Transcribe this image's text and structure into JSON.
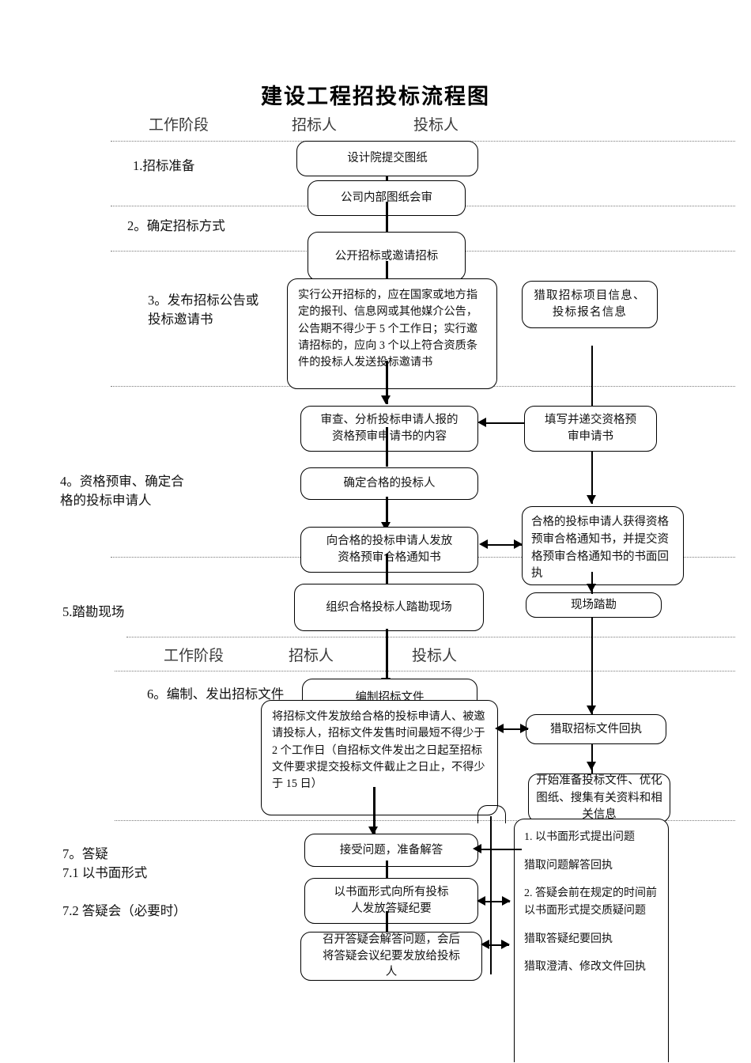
{
  "title": "建设工程招投标流程图",
  "column_headers": {
    "stage": "工作阶段",
    "tenderer": "招标人",
    "bidder": "投标人"
  },
  "stages": [
    {
      "id": "s1",
      "label": "1.招标准备"
    },
    {
      "id": "s2",
      "label": "2。确定招标方式"
    },
    {
      "id": "s3",
      "label": "3。发布招标公告或\n    投标邀请书"
    },
    {
      "id": "s4",
      "label": "4。资格预审、确定合\n        格的投标申请人"
    },
    {
      "id": "s5",
      "label": "5.踏勘现场"
    },
    {
      "id": "s6",
      "label": "6。编制、发出招标文件"
    },
    {
      "id": "s7",
      "label": "7。答疑\n7.1 以书面形式\n\n7.2 答疑会（必要时）"
    }
  ],
  "tenderer_boxes": {
    "b1": "设计院提交图纸",
    "b2": "公司内部图纸会审",
    "b3": "公开招标或邀请招标",
    "b4": "实行公开招标的，应在国家或地方指定的报刊、信息网或其他媒介公告，公告期不得少于 5 个工作日；实行邀请招标的，应向 3 个以上符合资质条件的投标人发送投标邀请书",
    "b5": "审查、分析投标申请人报的\n资格预审申请书的内容",
    "b6": "确定合格的投标人",
    "b7": "向合格的投标申请人发放\n资格预审合格通知书",
    "b8": "组织合格投标人踏勘现场",
    "b9": "编制招标文件",
    "b10": "将招标文件发放给合格的投标申请人、被邀请投标人，招标文件发售时间最短不得少于 2 个工作日（自招标文件发出之日起至招标文件要求提交投标文件截止之日止，不得少于 15 日）",
    "b11": "接受问题，准备解答",
    "b12": "以书面形式向所有投标\n人发放答疑纪要",
    "b13": "召开答疑会解答问题，会后\n将答疑会议纪要发放给投标\n人"
  },
  "bidder_boxes": {
    "r1": "猎取招标项目信息、投标报名信息",
    "r2": "填写并递交资格预\n审申请书",
    "r3": "合格的投标申请人获得资格预审合格通知书，并提交资格预审合格通知书的书面回执",
    "r4": "现场踏勘",
    "r5": "猎取招标文件回执",
    "r6": "开始准备投标文件、优化图纸、搜集有关资料和相关信息",
    "r7_line1": "1. 以书面形式提出问题",
    "r7_line2": "猎取问题解答回执",
    "r7_line3": "2. 答疑会前在规定的时间前以书面形式提交质疑问题",
    "r7_line4": "猎取答疑纪要回执",
    "r7_line5": "猎取澄清、修改文件回执"
  },
  "colors": {
    "line": "#000000",
    "separator": "#7a7a7a",
    "text": "#111111",
    "header_text": "#3a3a3a",
    "background": "#ffffff"
  }
}
